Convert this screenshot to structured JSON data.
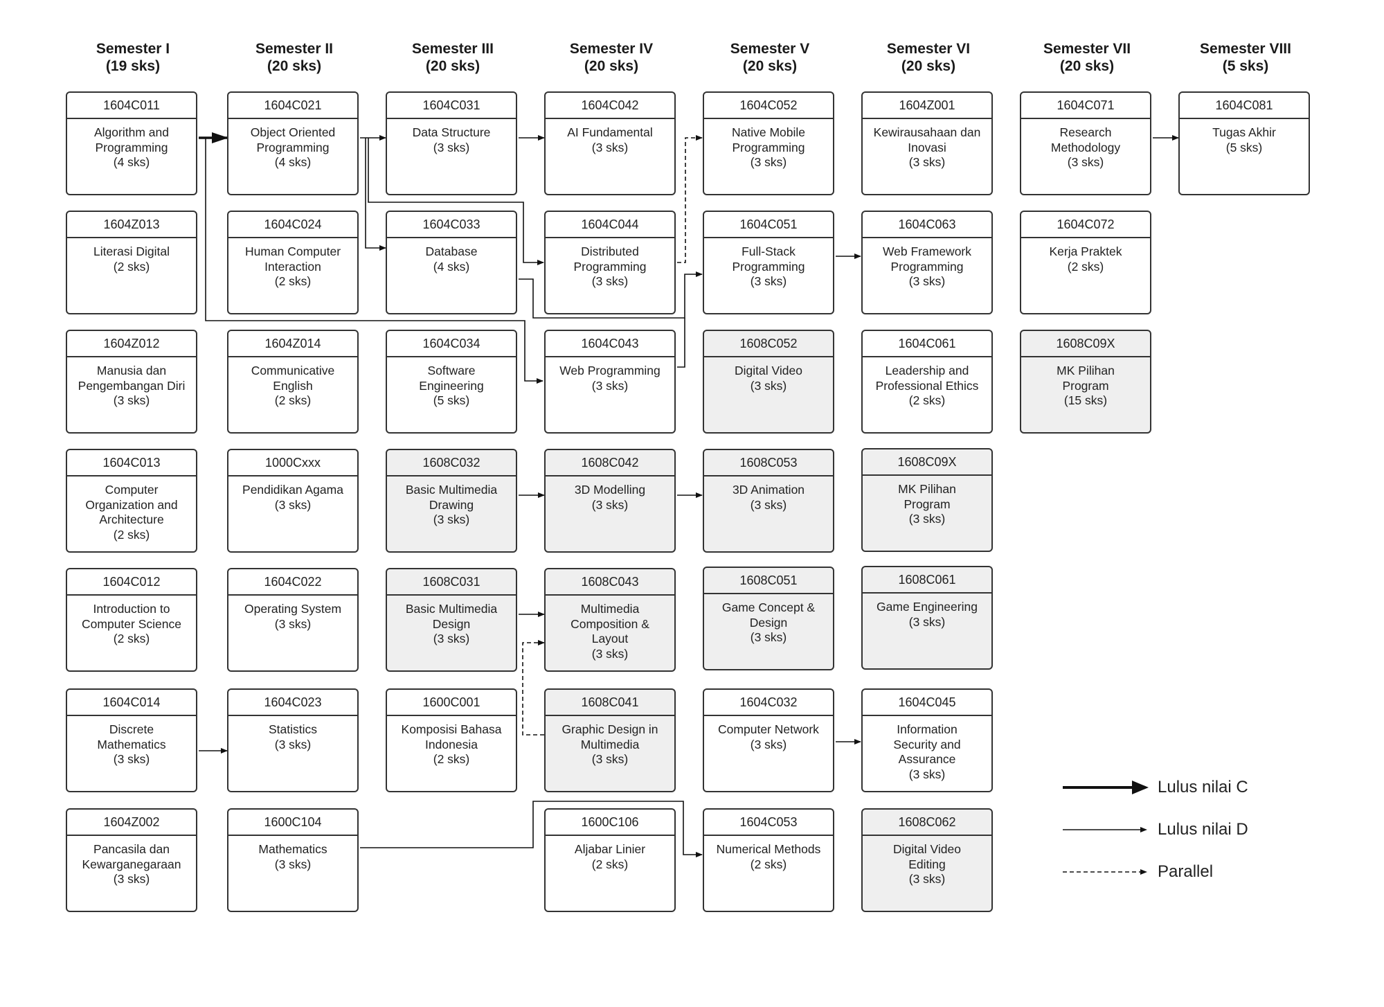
{
  "semesters": [
    {
      "title": "Semester I",
      "sks": "(19 sks)"
    },
    {
      "title": "Semester II",
      "sks": "(20 sks)"
    },
    {
      "title": "Semester III",
      "sks": "(20 sks)"
    },
    {
      "title": "Semester IV",
      "sks": "(20 sks)"
    },
    {
      "title": "Semester V",
      "sks": "(20 sks)"
    },
    {
      "title": "Semester VI",
      "sks": "(20 sks)"
    },
    {
      "title": "Semester VII",
      "sks": "(20 sks)"
    },
    {
      "title": "Semester VIII",
      "sks": "(5 sks)"
    }
  ],
  "courses": [
    {
      "id": "c1r1",
      "code": "1604C011",
      "name": "Algorithm and\nProgramming\n(4 sks)",
      "elective": false
    },
    {
      "id": "c1r2",
      "code": "1604Z013",
      "name": "Literasi Digital\n(2 sks)",
      "elective": false
    },
    {
      "id": "c1r3",
      "code": "1604Z012",
      "name": "Manusia dan\nPengembangan Diri\n(3 sks)",
      "elective": false
    },
    {
      "id": "c1r4",
      "code": "1604C013",
      "name": "Computer\nOrganization and\nArchitecture\n(2 sks)",
      "elective": false
    },
    {
      "id": "c1r5",
      "code": "1604C012",
      "name": "Introduction to\nComputer Science\n(2 sks)",
      "elective": false
    },
    {
      "id": "c1r6",
      "code": "1604C014",
      "name": "Discrete\nMathematics\n(3 sks)",
      "elective": false
    },
    {
      "id": "c1r7",
      "code": "1604Z002",
      "name": "Pancasila dan\nKewarganegaraan\n(3 sks)",
      "elective": false
    },
    {
      "id": "c2r1",
      "code": "1604C021",
      "name": "Object Oriented\nProgramming\n(4 sks)",
      "elective": false
    },
    {
      "id": "c2r2",
      "code": "1604C024",
      "name": "Human Computer\nInteraction\n(2 sks)",
      "elective": false
    },
    {
      "id": "c2r3",
      "code": "1604Z014",
      "name": "Communicative\nEnglish\n(2 sks)",
      "elective": false
    },
    {
      "id": "c2r4",
      "code": "1000Cxxx",
      "name": "Pendidikan Agama\n(3 sks)",
      "elective": false
    },
    {
      "id": "c2r5",
      "code": "1604C022",
      "name": "Operating System\n(3 sks)",
      "elective": false
    },
    {
      "id": "c2r6",
      "code": "1604C023",
      "name": "Statistics\n(3 sks)",
      "elective": false
    },
    {
      "id": "c2r7",
      "code": "1600C104",
      "name": "Mathematics\n(3 sks)",
      "elective": false
    },
    {
      "id": "c3r1",
      "code": "1604C031",
      "name": "Data Structure\n(3 sks)",
      "elective": false
    },
    {
      "id": "c3r2",
      "code": "1604C033",
      "name": "Database\n(4 sks)",
      "elective": false
    },
    {
      "id": "c3r3",
      "code": "1604C034",
      "name": "Software\nEngineering\n(5 sks)",
      "elective": false
    },
    {
      "id": "c3r4",
      "code": "1608C032",
      "name": "Basic Multimedia\nDrawing\n(3 sks)",
      "elective": true
    },
    {
      "id": "c3r5",
      "code": "1608C031",
      "name": "Basic Multimedia\nDesign\n(3 sks)",
      "elective": true
    },
    {
      "id": "c3r6",
      "code": "1600C001",
      "name": "Komposisi Bahasa\nIndonesia\n(2 sks)",
      "elective": false
    },
    {
      "id": "c4r1",
      "code": "1604C042",
      "name": "AI Fundamental\n(3 sks)",
      "elective": false
    },
    {
      "id": "c4r2",
      "code": "1604C044",
      "name": "Distributed\nProgramming\n(3 sks)",
      "elective": false
    },
    {
      "id": "c4r3",
      "code": "1604C043",
      "name": "Web Programming\n(3 sks)",
      "elective": false
    },
    {
      "id": "c4r4",
      "code": "1608C042",
      "name": "3D Modelling\n(3 sks)",
      "elective": true
    },
    {
      "id": "c4r5",
      "code": "1608C043",
      "name": "Multimedia\nComposition &\nLayout\n(3 sks)",
      "elective": true
    },
    {
      "id": "c4r6",
      "code": "1608C041",
      "name": "Graphic Design in\nMultimedia\n(3 sks)",
      "elective": true
    },
    {
      "id": "c4r7",
      "code": "1600C106",
      "name": "Aljabar Linier\n(2 sks)",
      "elective": false
    },
    {
      "id": "c5r1",
      "code": "1604C052",
      "name": "Native Mobile\nProgramming\n(3 sks)",
      "elective": false
    },
    {
      "id": "c5r2",
      "code": "1604C051",
      "name": "Full-Stack\nProgramming\n(3 sks)",
      "elective": false
    },
    {
      "id": "c5r3",
      "code": "1608C052",
      "name": "Digital Video\n(3 sks)",
      "elective": true
    },
    {
      "id": "c5r4",
      "code": "1608C053",
      "name": "3D Animation\n(3 sks)",
      "elective": true
    },
    {
      "id": "c5r5",
      "code": "1608C051",
      "name": "Game Concept &\nDesign\n(3 sks)",
      "elective": true
    },
    {
      "id": "c5r6",
      "code": "1604C032",
      "name": "Computer Network\n(3 sks)",
      "elective": false
    },
    {
      "id": "c5r7",
      "code": "1604C053",
      "name": "Numerical Methods\n(2 sks)",
      "elective": false
    },
    {
      "id": "c6r1",
      "code": "1604Z001",
      "name": "Kewirausahaan dan\nInovasi\n(3 sks)",
      "elective": false
    },
    {
      "id": "c6r2",
      "code": "1604C063",
      "name": "Web Framework\nProgramming\n(3 sks)",
      "elective": false
    },
    {
      "id": "c6r3",
      "code": "1604C061",
      "name": "Leadership and\nProfessional Ethics\n(2 sks)",
      "elective": false
    },
    {
      "id": "c6r4",
      "code": "1608C09X",
      "name": "MK Pilihan\nProgram\n(3 sks)",
      "elective": true
    },
    {
      "id": "c6r5",
      "code": "1608C061",
      "name": "Game Engineering\n(3 sks)",
      "elective": true
    },
    {
      "id": "c6r6",
      "code": "1604C045",
      "name": "Information\nSecurity and\nAssurance\n(3 sks)",
      "elective": false
    },
    {
      "id": "c6r7",
      "code": "1608C062",
      "name": "Digital Video\nEditing\n(3 sks)",
      "elective": true
    },
    {
      "id": "c7r1",
      "code": "1604C071",
      "name": "Research\nMethodology\n(3 sks)",
      "elective": false
    },
    {
      "id": "c7r2",
      "code": "1604C072",
      "name": "Kerja Praktek\n(2 sks)",
      "elective": false
    },
    {
      "id": "c7r3",
      "code": "1608C09X",
      "name": "MK Pilihan\nProgram\n(15 sks)",
      "elective": true
    },
    {
      "id": "c8r1",
      "code": "1604C081",
      "name": "Tugas Akhir\n(5 sks)",
      "elective": false
    }
  ],
  "connections": [
    {
      "from": "1604C011",
      "to": "1604C021",
      "type": "lulus-c"
    },
    {
      "from": "1604C011",
      "to": "1604C043",
      "type": "lulus-d"
    },
    {
      "from": "1604C021",
      "to": "1604C031",
      "type": "lulus-d"
    },
    {
      "from": "1604C021",
      "to": "1604C033",
      "type": "lulus-d"
    },
    {
      "from": "1604C021",
      "to": "1604C044",
      "type": "lulus-d"
    },
    {
      "from": "1604C031",
      "to": "1604C042",
      "type": "lulus-d"
    },
    {
      "from": "1604C033",
      "to": "1604C051",
      "type": "lulus-d"
    },
    {
      "from": "1604C043",
      "to": "1604C051",
      "type": "lulus-d"
    },
    {
      "from": "1604C044",
      "to": "1604C052",
      "type": "parallel"
    },
    {
      "from": "1604C051",
      "to": "1604C063",
      "type": "lulus-d"
    },
    {
      "from": "1608C032",
      "to": "1608C042",
      "type": "lulus-d"
    },
    {
      "from": "1608C042",
      "to": "1608C053",
      "type": "lulus-d"
    },
    {
      "from": "1608C031",
      "to": "1608C043",
      "type": "lulus-d"
    },
    {
      "from": "1608C041",
      "to": "1608C043",
      "type": "parallel"
    },
    {
      "from": "1604C014",
      "to": "1604C023",
      "type": "lulus-d"
    },
    {
      "from": "1604C032",
      "to": "1604C045",
      "type": "lulus-d"
    },
    {
      "from": "1600C104",
      "to": "1604C053",
      "type": "lulus-d"
    },
    {
      "from": "1604C071",
      "to": "1604C081",
      "type": "lulus-d"
    }
  ],
  "legend": [
    {
      "type": "lulus-c",
      "label": "Lulus nilai C"
    },
    {
      "type": "lulus-d",
      "label": "Lulus nilai D"
    },
    {
      "type": "parallel",
      "label": "Parallel"
    }
  ],
  "colors": {
    "border": "#333333",
    "elective_fill": "#efefef",
    "core_fill": "#ffffff",
    "arrow": "#111111"
  }
}
